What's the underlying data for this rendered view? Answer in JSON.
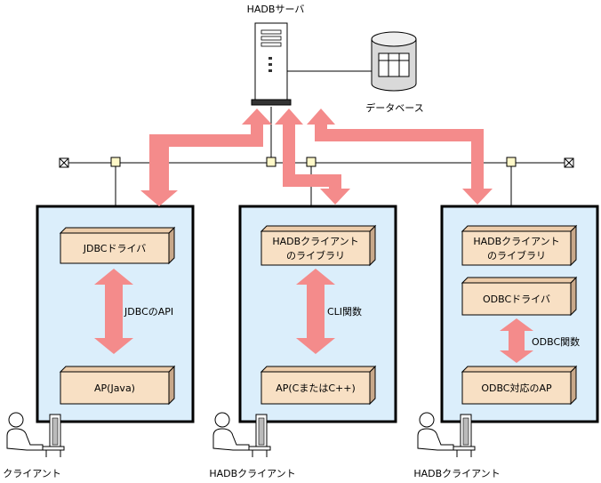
{
  "server": {
    "label": "HADBサーバ"
  },
  "database": {
    "label": "データベース"
  },
  "colors": {
    "arrow": "#f48b8b",
    "panel": "#dbeefb",
    "component": "#f8e0c4",
    "component_side": "#c8a88a",
    "line": "#000000"
  },
  "clients": [
    {
      "label": "クライアント",
      "top_component": "JDBCドライバ",
      "interface": "JDBCのAPI",
      "bottom_component": "AP(Java)"
    },
    {
      "label": "HADBクライアント",
      "top_component_line1": "HADBクライアント",
      "top_component_line2": "のライブラリ",
      "interface": "CLI関数",
      "bottom_component": "AP(CまたはC++)"
    },
    {
      "label": "HADBクライアント",
      "top_component_line1": "HADBクライアント",
      "top_component_line2": "のライブラリ",
      "middle_component": "ODBCドライバ",
      "interface": "ODBC関数",
      "bottom_component": "ODBC対応のAP"
    }
  ]
}
